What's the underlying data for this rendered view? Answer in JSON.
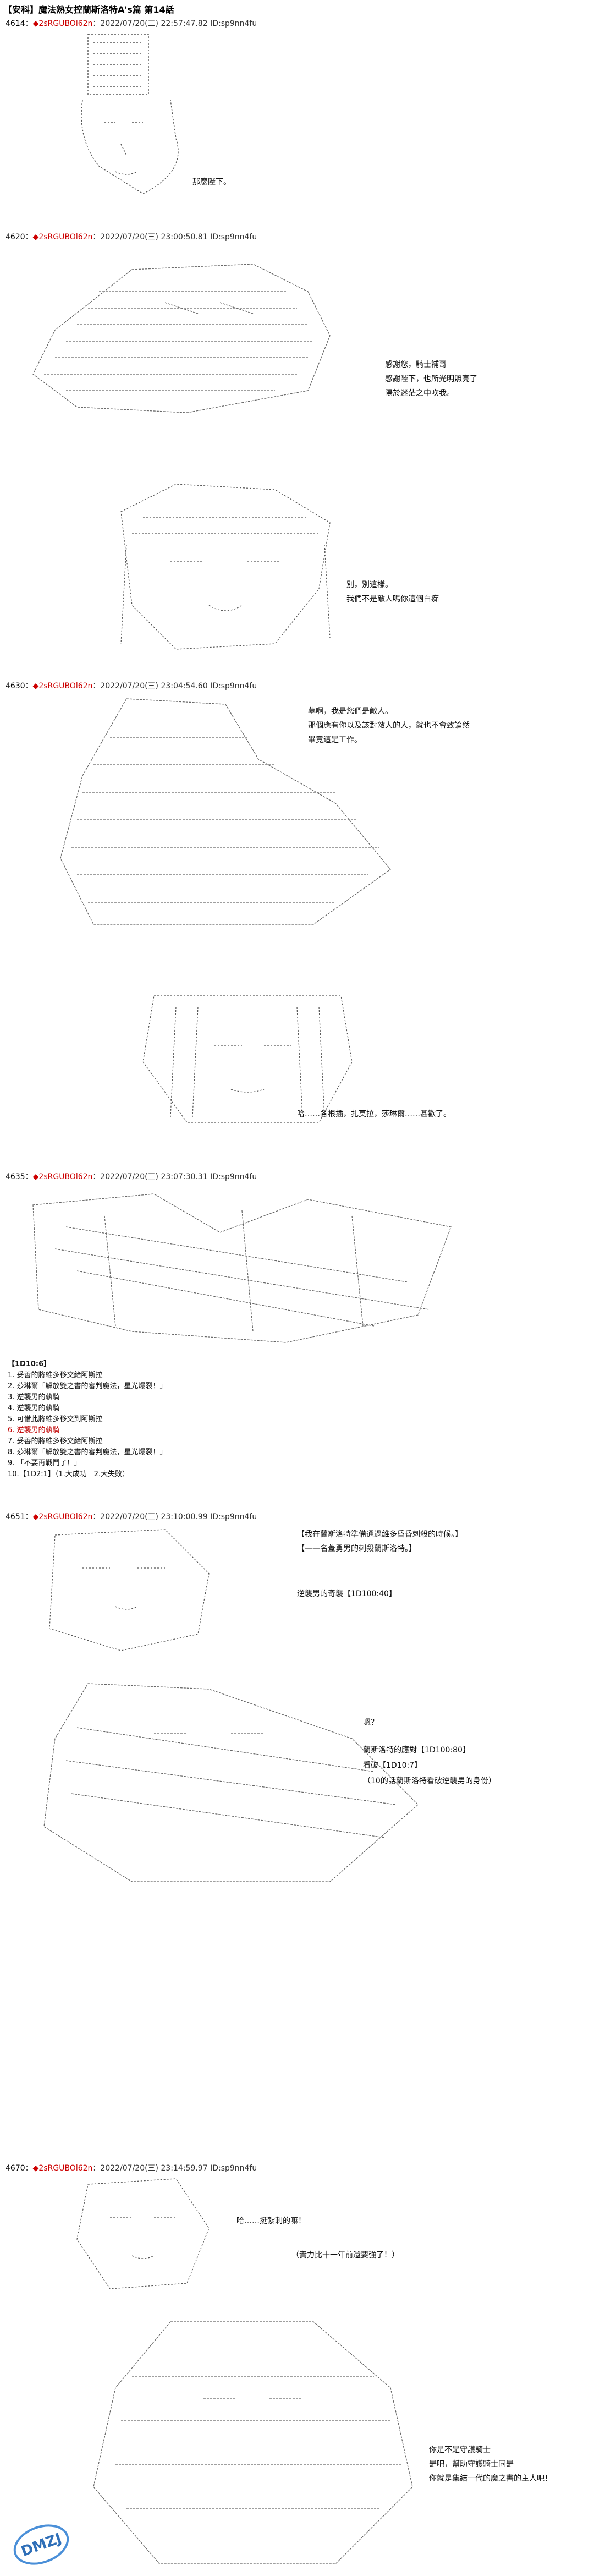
{
  "title": "【安科】魔法熟女控蘭斯洛特A's篇 第14話",
  "posts": [
    {
      "num": "4614",
      "sep": "：",
      "mark": "◆",
      "name": "2sRGUBOl62n",
      "meta": "：2022/07/20(三) 22:57:47.82 ID:sp9nn4fu"
    },
    {
      "num": "4620",
      "sep": "：",
      "mark": "◆",
      "name": "2sRGUBOl62n",
      "meta": "：2022/07/20(三) 23:00:50.81 ID:sp9nn4fu"
    },
    {
      "num": "4630",
      "sep": "：",
      "mark": "◆",
      "name": "2sRGUBOl62n",
      "meta": "：2022/07/20(三) 23:04:54.60 ID:sp9nn4fu"
    },
    {
      "num": "4635",
      "sep": "：",
      "mark": "◆",
      "name": "2sRGUBOl62n",
      "meta": "：2022/07/20(三) 23:07:30.31 ID:sp9nn4fu"
    },
    {
      "num": "4651",
      "sep": "：",
      "mark": "◆",
      "name": "2sRGUBOl62n",
      "meta": "：2022/07/20(三) 23:10:00.99 ID:sp9nn4fu"
    },
    {
      "num": "4670",
      "sep": "：",
      "mark": "◆",
      "name": "2sRGUBOl62n",
      "meta": "：2022/07/20(三) 23:14:59.97 ID:sp9nn4fu"
    }
  ],
  "dialogue": {
    "p1": "那麼陛下。",
    "p2a": [
      "感謝您，騎士補哥",
      "感謝陛下，也所光明照亮了",
      "陽於迷茫之中吹我。"
    ],
    "p2b": [
      "別，別這樣。",
      "我們不是敵人嗎你這個白痴"
    ],
    "p3a": [
      "墓啊，我是您們是敵人。",
      "那個應有你以及該對敵人的人，就也不會致論然",
      "畢竟這是工作。"
    ],
    "p3b": "哈……各根插，扎莫拉，莎琳爾……甚歡了。",
    "p4": [
      "【1D10:6】",
      "1. 妥善的將維多移交給阿斯拉",
      "2. 莎琳爾「解放雙之書的審判魔法，星光爆裂！」",
      "3. 逆襲男的執騎",
      "4. 逆襲男的執騎",
      "5. 可借此將維多移交到阿斯拉",
      "6. 逆襲男的執騎",
      "7. 妥善的將維多移交給阿斯拉",
      "8. 莎琳爾「解放雙之書的審判魔法，星光爆裂！」",
      "9. 「不要再戰鬥了！」",
      "10.【1D2:1】（1.大成功　2.大失敗）"
    ],
    "p5a": [
      "【我在蘭斯洛特準備通過維多昏昏刺殺的時候。】",
      "【——名蓋勇男的刺殺蘭斯洛特。】"
    ],
    "p5b": "逆襲男的奇襲【1D100:40】",
    "p5c": "嗯？",
    "p5d": "蘭斯洛特的應對【1D100:80】",
    "p5e": "看破【1D10:7】",
    "p5f": "（10的話蘭斯洛特看破逆襲男的身份）",
    "p6a": "哈……挺紮刺的嘛！",
    "p6b": "（實力比十一年前還要強了！）",
    "p6c": [
      "你是不是守護騎士",
      "是吧，幫助守護騎士同是",
      "你就是集結一代的魔之書的主人吧！"
    ]
  },
  "watermark": "DMZJ",
  "colors": {
    "red": "#c00000",
    "text": "#111111"
  }
}
